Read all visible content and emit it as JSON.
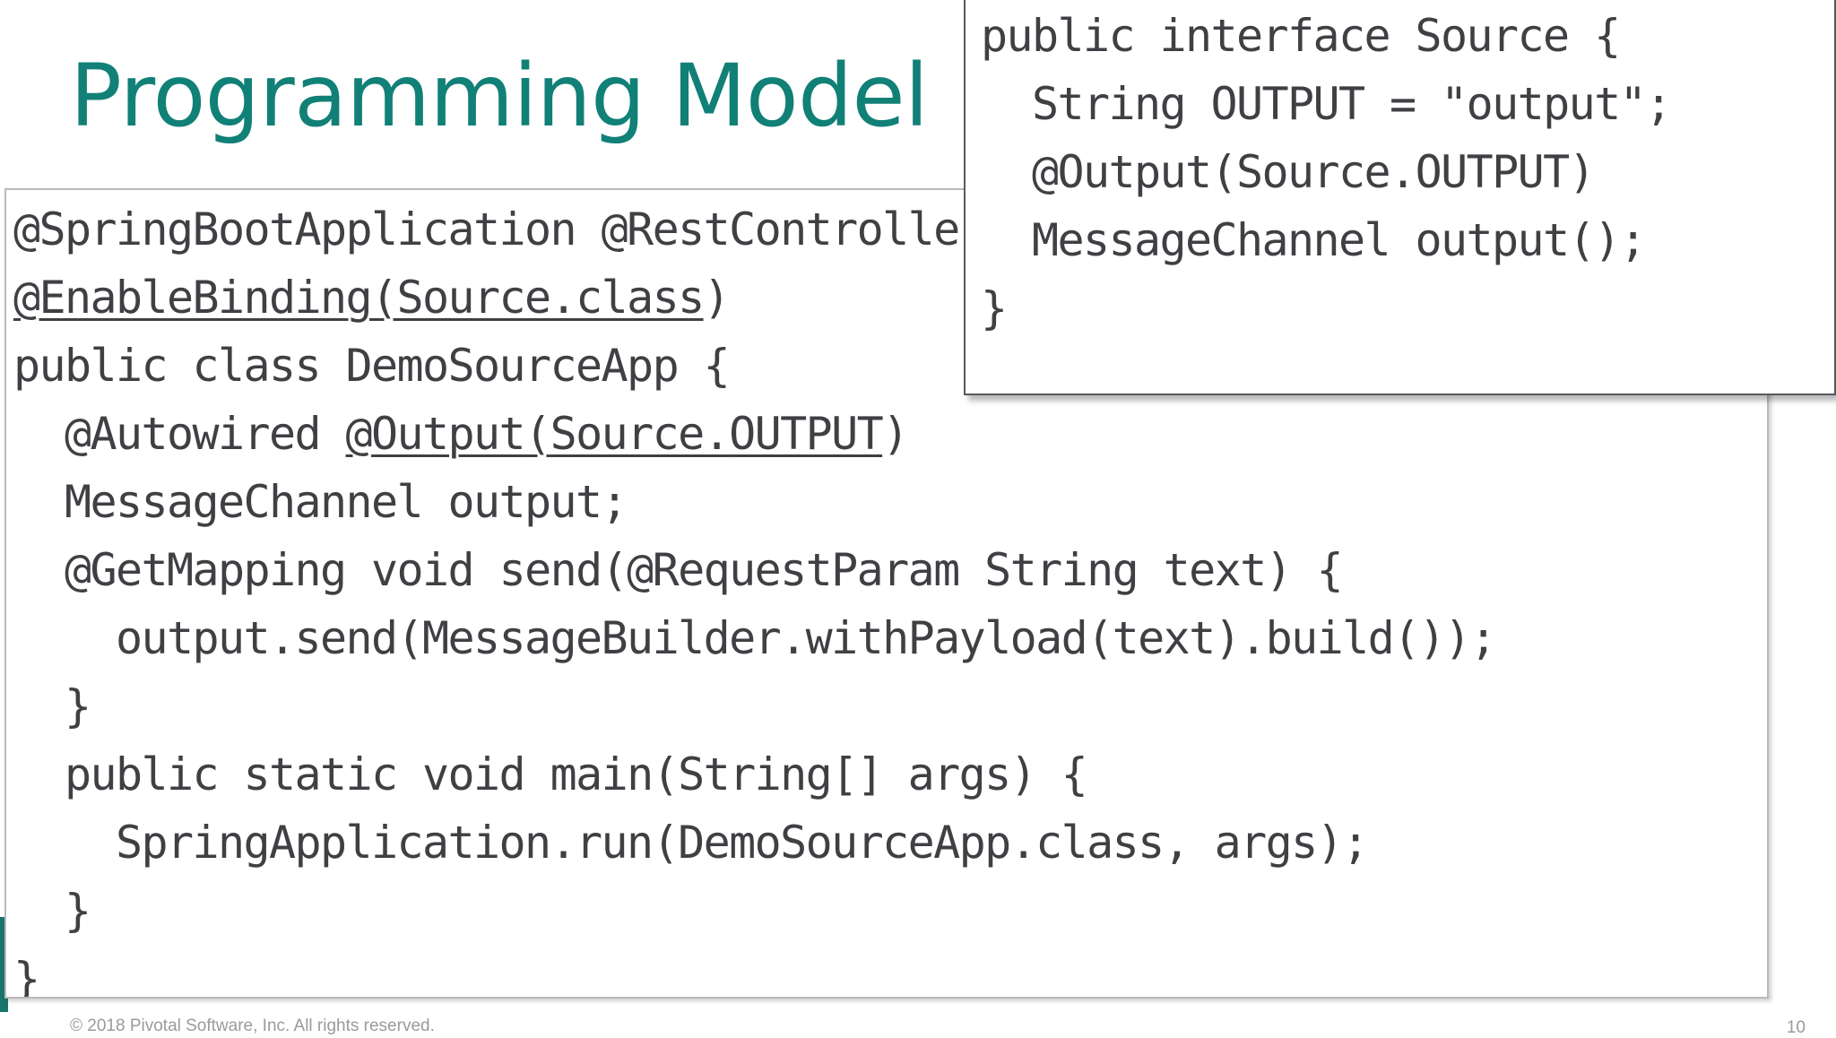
{
  "slide": {
    "title": "Programming Model",
    "background_color": "#ffffff",
    "accent_color": "#18756e",
    "title_color": "#118077"
  },
  "palette": {
    "keyword": "#be1e5e",
    "annotation": "#8ca024",
    "constant": "#c35a1e",
    "string": "#0e7c8c",
    "plain": "#3f4044"
  },
  "main_code_panel": {
    "lines": [
      [
        {
          "t": "@SpringBootApplication",
          "c": "annotation"
        },
        {
          "t": " ",
          "c": "plain"
        },
        {
          "t": "@RestController",
          "c": "annotation"
        }
      ],
      [
        {
          "t": "@EnableBinding",
          "c": "annotation",
          "u": true
        },
        {
          "t": "(Source.",
          "c": "plain",
          "u": true
        },
        {
          "t": "class",
          "c": "keyword",
          "u": true
        },
        {
          "t": ")",
          "c": "plain"
        }
      ],
      [
        {
          "t": "public class",
          "c": "keyword"
        },
        {
          "t": " DemoSourceApp {",
          "c": "plain"
        }
      ],
      [
        {
          "t": "  @Autowired ",
          "c": "annotation"
        },
        {
          "t": "@Output",
          "c": "annotation",
          "u": true
        },
        {
          "t": "(Source.",
          "c": "plain",
          "u": true
        },
        {
          "t": "OUTPUT",
          "c": "constant",
          "u": true
        },
        {
          "t": ")",
          "c": "plain"
        }
      ],
      [
        {
          "t": "  MessageChannel output;",
          "c": "plain"
        }
      ],
      [
        {
          "t": "  @GetMapping ",
          "c": "annotation"
        },
        {
          "t": "void",
          "c": "keyword"
        },
        {
          "t": " send(",
          "c": "plain"
        },
        {
          "t": "@RequestParam",
          "c": "annotation"
        },
        {
          "t": " String text) {",
          "c": "plain"
        }
      ],
      [
        {
          "t": "    output.send(MessageBuilder.withPayload(text).build());",
          "c": "plain"
        }
      ],
      [
        {
          "t": "  }",
          "c": "plain"
        }
      ],
      [
        {
          "t": "  public static void",
          "c": "keyword"
        },
        {
          "t": " main(String[] args) {",
          "c": "plain"
        }
      ],
      [
        {
          "t": "    SpringApplication.run(DemoSourceApp.",
          "c": "plain"
        },
        {
          "t": "class",
          "c": "keyword"
        },
        {
          "t": ", args);",
          "c": "plain"
        }
      ],
      [
        {
          "t": "  }",
          "c": "plain"
        }
      ],
      [
        {
          "t": "}",
          "c": "plain"
        }
      ]
    ]
  },
  "interface_code_panel": {
    "lines": [
      [
        {
          "t": "public interface",
          "c": "keyword"
        },
        {
          "t": " Source {",
          "c": "plain"
        }
      ],
      [
        {
          "t": "  String ",
          "c": "plain"
        },
        {
          "t": "OUTPUT",
          "c": "constant"
        },
        {
          "t": " = ",
          "c": "plain"
        },
        {
          "t": "\"output\"",
          "c": "string"
        },
        {
          "t": ";",
          "c": "plain"
        }
      ],
      [
        {
          "t": "  @Output",
          "c": "annotation"
        },
        {
          "t": "(Source.",
          "c": "plain"
        },
        {
          "t": "OUTPUT",
          "c": "constant"
        },
        {
          "t": ")",
          "c": "plain"
        }
      ],
      [
        {
          "t": "  MessageChannel output();",
          "c": "plain"
        }
      ],
      [
        {
          "t": "}",
          "c": "plain"
        }
      ]
    ]
  },
  "footer": {
    "copyright": "© 2018 Pivotal Software, Inc. All rights reserved.",
    "page_number": "10"
  }
}
